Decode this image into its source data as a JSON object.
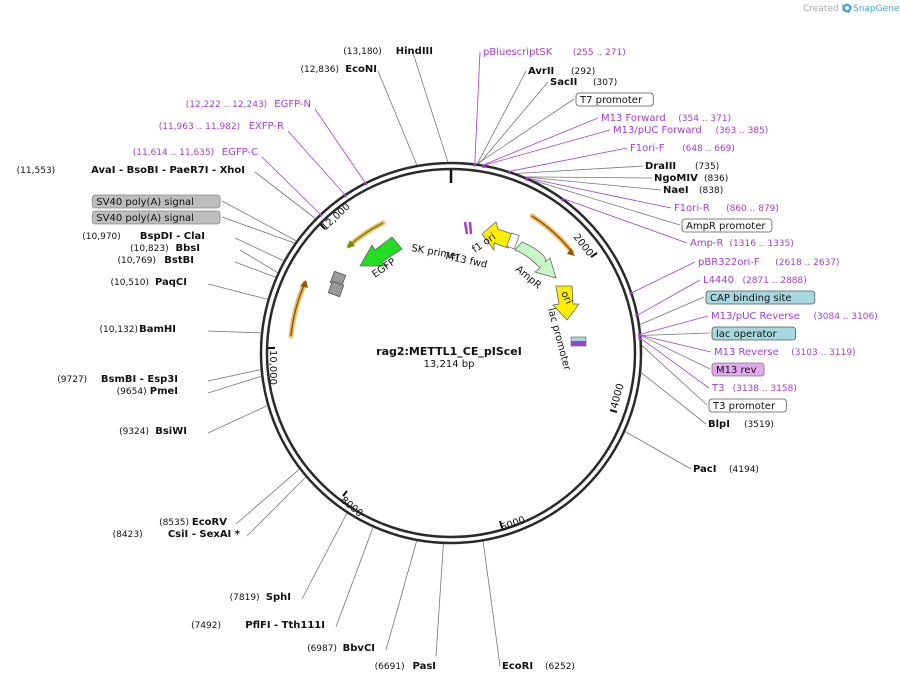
{
  "credit": {
    "prefix": "Created by",
    "brand": "SnapGene"
  },
  "plasmid": {
    "name": "rag2:METTL1_CE_pISceI",
    "size_label": "13,214 bp",
    "length": 13214
  },
  "ruler_ticks": [
    "2000",
    "4000",
    "6000",
    "8000",
    "10,000",
    "12,000"
  ],
  "sites_left": [
    {
      "pos": "(13,180)",
      "name": "HindIII",
      "bp": 13180
    },
    {
      "pos": "(12,836)",
      "name": "EcoNI",
      "bp": 12836
    },
    {
      "pos": "(11,553)",
      "name": "AvaI - BsoBI - PaeR7I - XhoI",
      "bp": 11553
    },
    {
      "pos": "(10,970)",
      "name": "BspDI - ClaI",
      "bp": 10970
    },
    {
      "pos": "(10,823)",
      "name": "BbsI",
      "bp": 10823
    },
    {
      "pos": "(10,769)",
      "name": "BstBI",
      "bp": 10769
    },
    {
      "pos": "(10,510)",
      "name": "PaqCI",
      "bp": 10510
    },
    {
      "pos": "(10,132)",
      "name": "BamHI",
      "bp": 10132
    },
    {
      "pos": "(9727)",
      "name": "BsmBI - Esp3I",
      "bp": 9727
    },
    {
      "pos": "(9654)",
      "name": "PmeI",
      "bp": 9654
    },
    {
      "pos": "(9324)",
      "name": "BsiWI",
      "bp": 9324
    },
    {
      "pos": "(8535)",
      "name": "EcoRV",
      "bp": 8535
    },
    {
      "pos": "(8423)",
      "name": "CsiI - SexAI *",
      "bp": 8423
    },
    {
      "pos": "(7819)",
      "name": "SphI",
      "bp": 7819
    },
    {
      "pos": "(7492)",
      "name": "PflFI - Tth111I",
      "bp": 7492
    },
    {
      "pos": "(6987)",
      "name": "BbvCI",
      "bp": 6987
    },
    {
      "pos": "(6691)",
      "name": "PasI",
      "bp": 6691
    }
  ],
  "sites_right": [
    {
      "name": "AvrII",
      "pos": "(292)",
      "bp": 292
    },
    {
      "name": "SacII",
      "pos": "(307)",
      "bp": 307
    },
    {
      "name": "DraIII",
      "pos": "(735)",
      "bp": 735
    },
    {
      "name": "NgoMIV",
      "pos": "(836)",
      "bp": 836
    },
    {
      "name": "NaeI",
      "pos": "(838)",
      "bp": 838
    },
    {
      "name": "BlpI",
      "pos": "(3519)",
      "bp": 3519
    },
    {
      "name": "PacI",
      "pos": "(4194)",
      "bp": 4194
    },
    {
      "name": "EcoRI",
      "pos": "(6252)",
      "bp": 6252
    }
  ],
  "primers": [
    {
      "name": "pBluescriptSK",
      "range": "(255 .. 271)",
      "bp": 263
    },
    {
      "name": "EGFP-N",
      "range": "(12,222 .. 12,243)",
      "bp": 12232
    },
    {
      "name": "EXFP-R",
      "range": "(11,963 .. 11,982)",
      "bp": 11972
    },
    {
      "name": "EGFP-C",
      "range": "(11,614 .. 11,635)",
      "bp": 11624
    },
    {
      "name": "M13 Forward",
      "range": "(354 .. 371)",
      "bp": 362
    },
    {
      "name": "M13/pUC Forward",
      "range": "(363 .. 385)",
      "bp": 374
    },
    {
      "name": "F1ori-F",
      "range": "(648 .. 669)",
      "bp": 658
    },
    {
      "name": "F1ori-R",
      "range": "(860 .. 879)",
      "bp": 870
    },
    {
      "name": "Amp-R",
      "range": "(1316 .. 1335)",
      "bp": 1325
    },
    {
      "name": "pBR322ori-F",
      "range": "(2618 .. 2637)",
      "bp": 2627
    },
    {
      "name": "L4440",
      "range": "(2871 .. 2888)",
      "bp": 2880
    },
    {
      "name": "M13/pUC Reverse",
      "range": "(3084 .. 3106)",
      "bp": 3095
    },
    {
      "name": "M13 Reverse",
      "range": "(3103 .. 3119)",
      "bp": 3111
    },
    {
      "name": "T3",
      "range": "(3138 .. 3158)",
      "bp": 3148
    }
  ],
  "feature_boxes": [
    {
      "label": "T7 promoter",
      "style": "white"
    },
    {
      "label": "AmpR promoter",
      "style": "white"
    },
    {
      "label": "CAP binding site",
      "style": "teal"
    },
    {
      "label": "lac operator",
      "style": "teal"
    },
    {
      "label": "M13 rev",
      "style": "violet"
    },
    {
      "label": "T3 promoter",
      "style": "white"
    },
    {
      "label": "SV40 poly(A) signal",
      "style": "gray"
    },
    {
      "label": "SV40 poly(A) signal",
      "style": "gray"
    }
  ],
  "inner_labels": [
    "SK primer",
    "f1 ori",
    "M13 fwd",
    "AmpR",
    "ori",
    "lac promoter",
    "EGFP"
  ],
  "colors": {
    "backbone": "#2a2a2a",
    "primer": "#a23fcf",
    "ampr": "#c8f5c8",
    "ori": "#ffee00",
    "f1ori": "#ffee00",
    "egfp": "#22dd22",
    "orf": "#e8a030",
    "teal_box": "#a7d8df",
    "violet_box": "#e3a9ef",
    "gray_box": "#bdbdbd"
  }
}
